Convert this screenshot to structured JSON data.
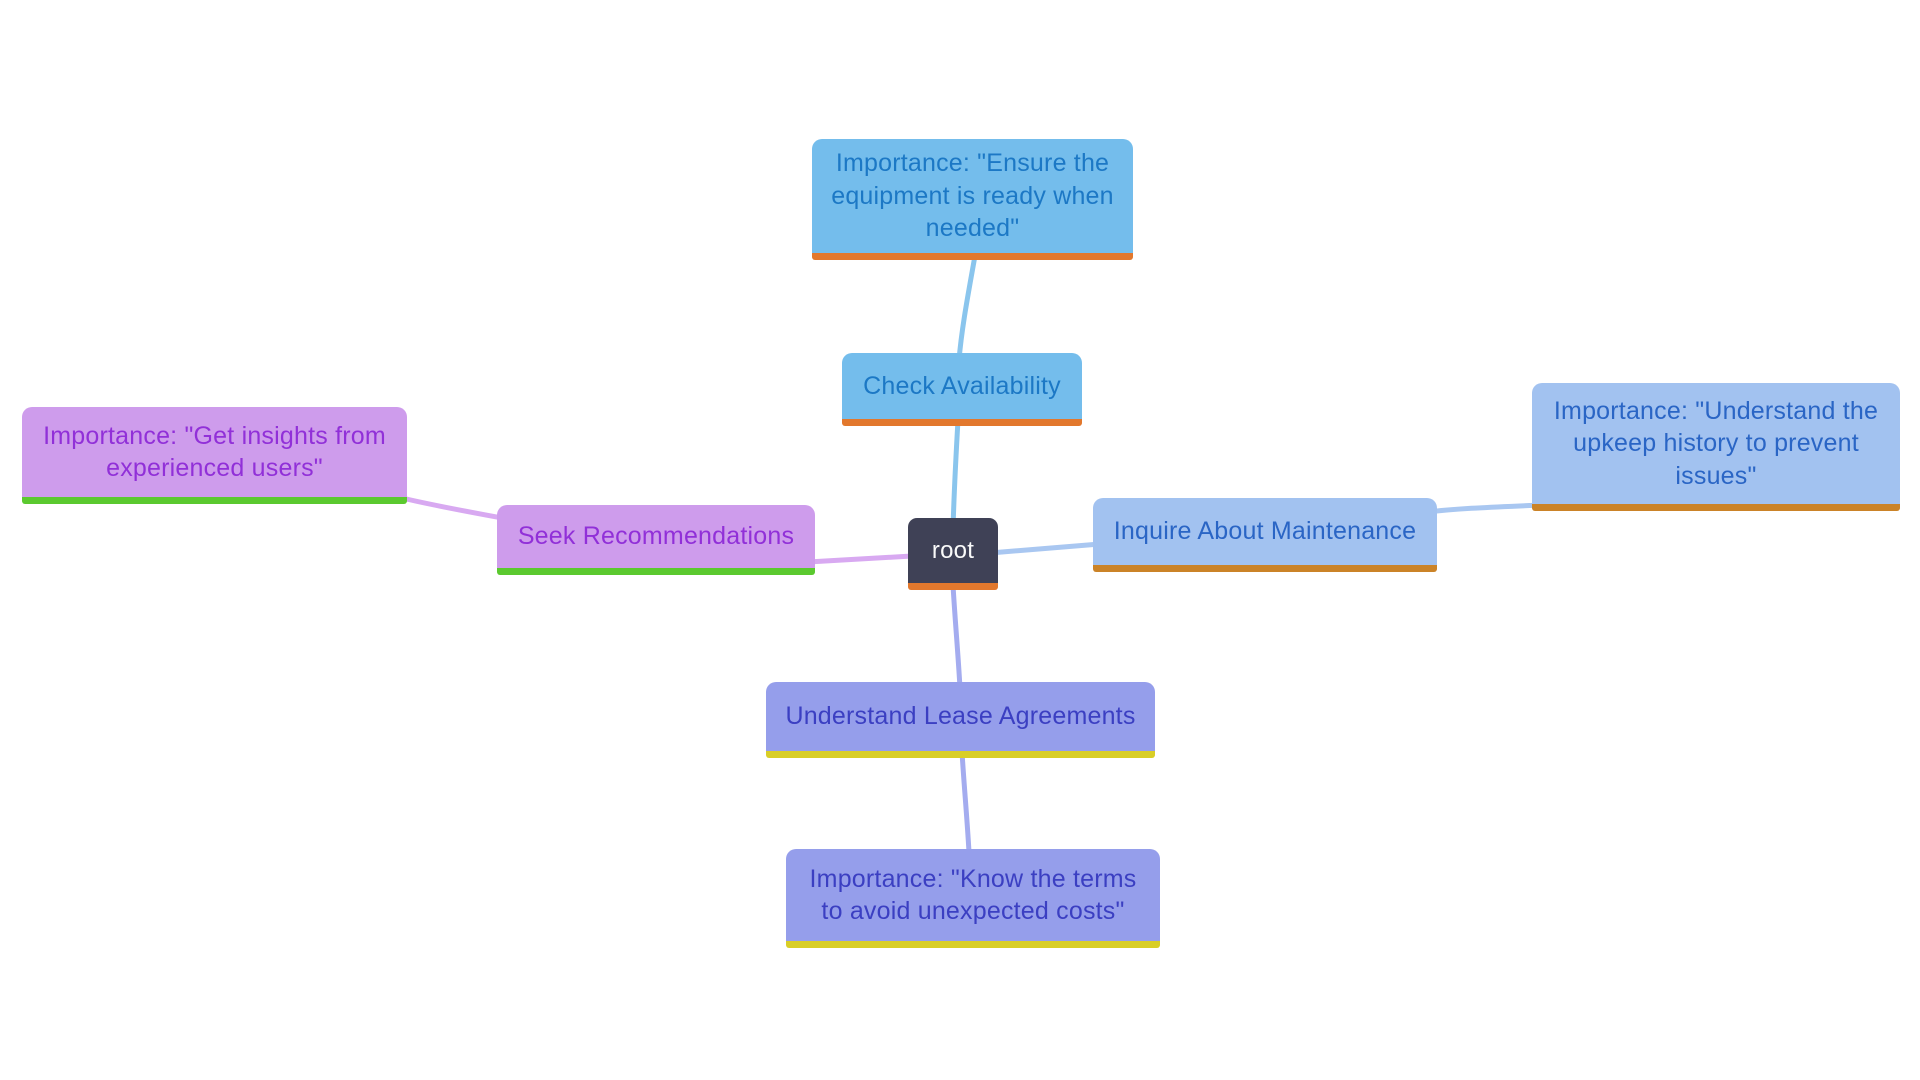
{
  "canvas": {
    "background": "#ffffff"
  },
  "root": {
    "label": "root",
    "fill": "#3f4156",
    "text_color": "#fafafa",
    "underline_color": "#e2782d"
  },
  "branches": [
    {
      "id": "check-availability",
      "position": "top",
      "label": "Check Availability",
      "importance": "Importance: \"Ensure the equipment is ready when needed\"",
      "fill": "#74bdec",
      "text_color": "#1c78c5",
      "underline_color": "#e2782d",
      "link_color": "#8ac5ed"
    },
    {
      "id": "inquire-about-maintenance",
      "position": "right",
      "label": "Inquire About Maintenance",
      "importance": "Importance: \"Understand the upkeep history to prevent issues\"",
      "fill": "#a2c2f0",
      "text_color": "#2a65c5",
      "underline_color": "#cb8328",
      "link_color": "#a9c7f1"
    },
    {
      "id": "seek-recommendations",
      "position": "left",
      "label": "Seek Recommendations",
      "importance": "Importance: \"Get insights from experienced users\"",
      "fill": "#ce9cec",
      "text_color": "#9130d8",
      "underline_color": "#5bc92f",
      "link_color": "#d8a9f1"
    },
    {
      "id": "understand-lease-agreements",
      "position": "bottom",
      "label": "Understand Lease Agreements",
      "importance": "Importance: \"Know the terms to avoid unexpected costs\"",
      "fill": "#959eeb",
      "text_color": "#3b3fc2",
      "underline_color": "#d9ce26",
      "link_color": "#a4acef"
    }
  ]
}
